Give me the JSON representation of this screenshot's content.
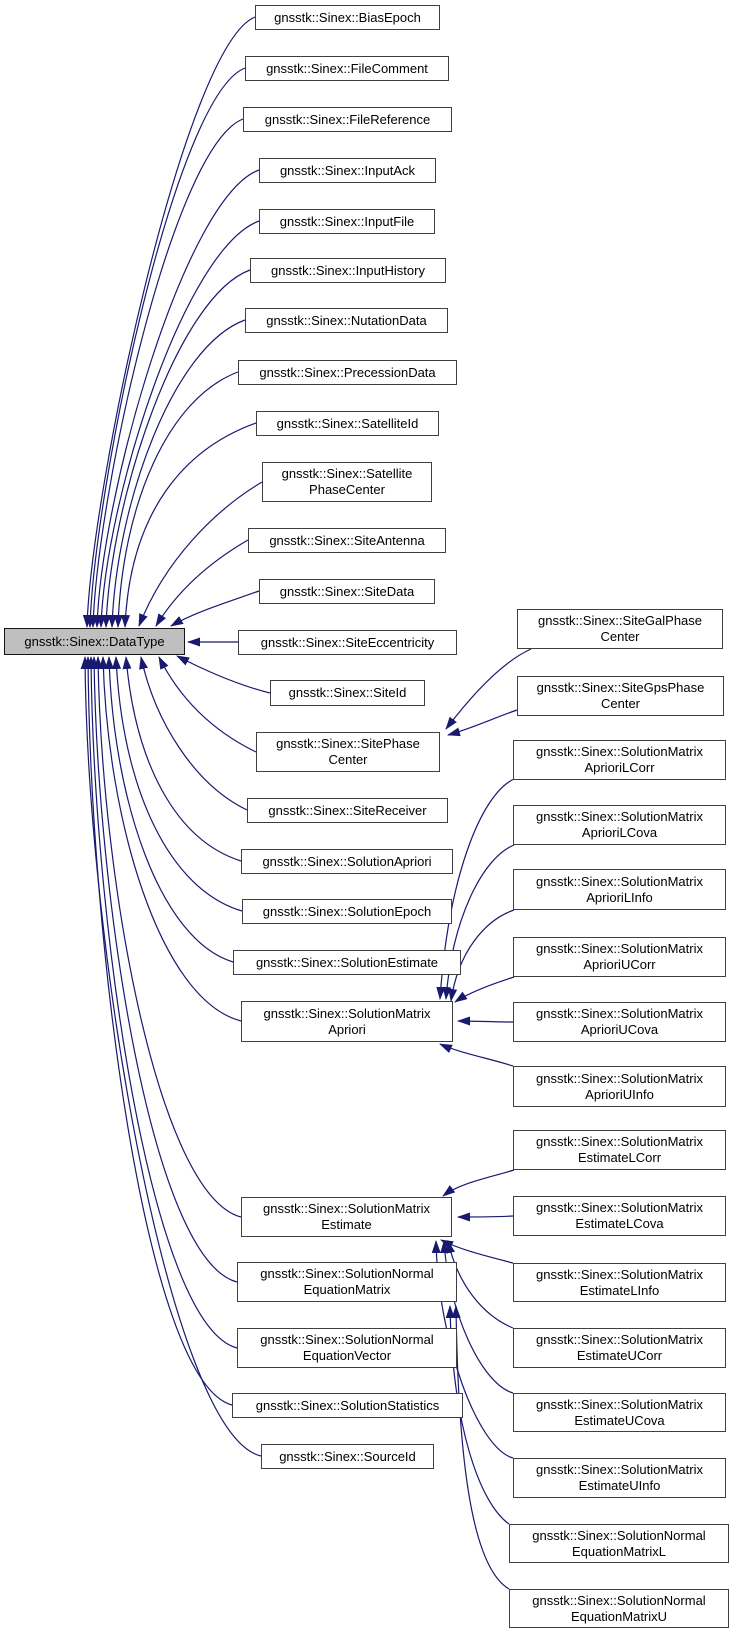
{
  "diagram": {
    "type": "class-inheritance-graph",
    "colors": {
      "edge": "#191970",
      "node_border": "#3f3f3f",
      "base_node_fill": "#bfbfbf",
      "node_fill": "#ffffff",
      "background": "#ffffff",
      "text": "#000000"
    },
    "base_node": {
      "id": "DataType",
      "label": "gnsstk::Sinex::DataType"
    },
    "derived": [
      {
        "id": "BiasEpoch",
        "lines": [
          "gnsstk::Sinex::BiasEpoch"
        ]
      },
      {
        "id": "FileComment",
        "lines": [
          "gnsstk::Sinex::FileComment"
        ]
      },
      {
        "id": "FileReference",
        "lines": [
          "gnsstk::Sinex::FileReference"
        ]
      },
      {
        "id": "InputAck",
        "lines": [
          "gnsstk::Sinex::InputAck"
        ]
      },
      {
        "id": "InputFile",
        "lines": [
          "gnsstk::Sinex::InputFile"
        ]
      },
      {
        "id": "InputHistory",
        "lines": [
          "gnsstk::Sinex::InputHistory"
        ]
      },
      {
        "id": "NutationData",
        "lines": [
          "gnsstk::Sinex::NutationData"
        ]
      },
      {
        "id": "PrecessionData",
        "lines": [
          "gnsstk::Sinex::PrecessionData"
        ]
      },
      {
        "id": "SatelliteId",
        "lines": [
          "gnsstk::Sinex::SatelliteId"
        ]
      },
      {
        "id": "SatellitePhaseCenter",
        "lines": [
          "gnsstk::Sinex::Satellite",
          "PhaseCenter"
        ]
      },
      {
        "id": "SiteAntenna",
        "lines": [
          "gnsstk::Sinex::SiteAntenna"
        ]
      },
      {
        "id": "SiteData",
        "lines": [
          "gnsstk::Sinex::SiteData"
        ]
      },
      {
        "id": "SiteEccentricity",
        "lines": [
          "gnsstk::Sinex::SiteEccentricity"
        ]
      },
      {
        "id": "SiteId",
        "lines": [
          "gnsstk::Sinex::SiteId"
        ]
      },
      {
        "id": "SitePhaseCenter",
        "lines": [
          "gnsstk::Sinex::SitePhase",
          "Center"
        ]
      },
      {
        "id": "SiteReceiver",
        "lines": [
          "gnsstk::Sinex::SiteReceiver"
        ]
      },
      {
        "id": "SolutionApriori",
        "lines": [
          "gnsstk::Sinex::SolutionApriori"
        ]
      },
      {
        "id": "SolutionEpoch",
        "lines": [
          "gnsstk::Sinex::SolutionEpoch"
        ]
      },
      {
        "id": "SolutionEstimate",
        "lines": [
          "gnsstk::Sinex::SolutionEstimate"
        ]
      },
      {
        "id": "SolutionMatrixApriori",
        "lines": [
          "gnsstk::Sinex::SolutionMatrix",
          "Apriori"
        ]
      },
      {
        "id": "SolutionMatrixEstimate",
        "lines": [
          "gnsstk::Sinex::SolutionMatrix",
          "Estimate"
        ]
      },
      {
        "id": "SolutionNormalEquationMatrix",
        "lines": [
          "gnsstk::Sinex::SolutionNormal",
          "EquationMatrix"
        ]
      },
      {
        "id": "SolutionNormalEquationVector",
        "lines": [
          "gnsstk::Sinex::SolutionNormal",
          "EquationVector"
        ]
      },
      {
        "id": "SolutionStatistics",
        "lines": [
          "gnsstk::Sinex::SolutionStatistics"
        ]
      },
      {
        "id": "SourceId",
        "lines": [
          "gnsstk::Sinex::SourceId"
        ]
      }
    ],
    "grand_derived": [
      {
        "id": "SiteGalPhaseCenter",
        "lines": [
          "gnsstk::Sinex::SiteGalPhase",
          "Center"
        ]
      },
      {
        "id": "SiteGpsPhaseCenter",
        "lines": [
          "gnsstk::Sinex::SiteGpsPhase",
          "Center"
        ]
      },
      {
        "id": "SolutionMatrixAprioriLCorr",
        "lines": [
          "gnsstk::Sinex::SolutionMatrix",
          "AprioriLCorr"
        ]
      },
      {
        "id": "SolutionMatrixAprioriLCova",
        "lines": [
          "gnsstk::Sinex::SolutionMatrix",
          "AprioriLCova"
        ]
      },
      {
        "id": "SolutionMatrixAprioriLInfo",
        "lines": [
          "gnsstk::Sinex::SolutionMatrix",
          "AprioriLInfo"
        ]
      },
      {
        "id": "SolutionMatrixAprioriUCorr",
        "lines": [
          "gnsstk::Sinex::SolutionMatrix",
          "AprioriUCorr"
        ]
      },
      {
        "id": "SolutionMatrixAprioriUCova",
        "lines": [
          "gnsstk::Sinex::SolutionMatrix",
          "AprioriUCova"
        ]
      },
      {
        "id": "SolutionMatrixAprioriUInfo",
        "lines": [
          "gnsstk::Sinex::SolutionMatrix",
          "AprioriUInfo"
        ]
      },
      {
        "id": "SolutionMatrixEstimateLCorr",
        "lines": [
          "gnsstk::Sinex::SolutionMatrix",
          "EstimateLCorr"
        ]
      },
      {
        "id": "SolutionMatrixEstimateLCova",
        "lines": [
          "gnsstk::Sinex::SolutionMatrix",
          "EstimateLCova"
        ]
      },
      {
        "id": "SolutionMatrixEstimateLInfo",
        "lines": [
          "gnsstk::Sinex::SolutionMatrix",
          "EstimateLInfo"
        ]
      },
      {
        "id": "SolutionMatrixEstimateUCorr",
        "lines": [
          "gnsstk::Sinex::SolutionMatrix",
          "EstimateUCorr"
        ]
      },
      {
        "id": "SolutionMatrixEstimateUCova",
        "lines": [
          "gnsstk::Sinex::SolutionMatrix",
          "EstimateUCova"
        ]
      },
      {
        "id": "SolutionMatrixEstimateUInfo",
        "lines": [
          "gnsstk::Sinex::SolutionMatrix",
          "EstimateUInfo"
        ]
      },
      {
        "id": "SolutionNormalEquationMatrixL",
        "lines": [
          "gnsstk::Sinex::SolutionNormal",
          "EquationMatrixL"
        ]
      },
      {
        "id": "SolutionNormalEquationMatrixU",
        "lines": [
          "gnsstk::Sinex::SolutionNormal",
          "EquationMatrixU"
        ]
      }
    ],
    "relations": [
      {
        "from": "BiasEpoch",
        "to": "DataType"
      },
      {
        "from": "FileComment",
        "to": "DataType"
      },
      {
        "from": "FileReference",
        "to": "DataType"
      },
      {
        "from": "InputAck",
        "to": "DataType"
      },
      {
        "from": "InputFile",
        "to": "DataType"
      },
      {
        "from": "InputHistory",
        "to": "DataType"
      },
      {
        "from": "NutationData",
        "to": "DataType"
      },
      {
        "from": "PrecessionData",
        "to": "DataType"
      },
      {
        "from": "SatelliteId",
        "to": "DataType"
      },
      {
        "from": "SatellitePhaseCenter",
        "to": "DataType"
      },
      {
        "from": "SiteAntenna",
        "to": "DataType"
      },
      {
        "from": "SiteData",
        "to": "DataType"
      },
      {
        "from": "SiteEccentricity",
        "to": "DataType"
      },
      {
        "from": "SiteId",
        "to": "DataType"
      },
      {
        "from": "SitePhaseCenter",
        "to": "DataType"
      },
      {
        "from": "SiteReceiver",
        "to": "DataType"
      },
      {
        "from": "SolutionApriori",
        "to": "DataType"
      },
      {
        "from": "SolutionEpoch",
        "to": "DataType"
      },
      {
        "from": "SolutionEstimate",
        "to": "DataType"
      },
      {
        "from": "SolutionMatrixApriori",
        "to": "DataType"
      },
      {
        "from": "SolutionMatrixEstimate",
        "to": "DataType"
      },
      {
        "from": "SolutionNormalEquationMatrix",
        "to": "DataType"
      },
      {
        "from": "SolutionNormalEquationVector",
        "to": "DataType"
      },
      {
        "from": "SolutionStatistics",
        "to": "DataType"
      },
      {
        "from": "SourceId",
        "to": "DataType"
      },
      {
        "from": "SiteGalPhaseCenter",
        "to": "SitePhaseCenter"
      },
      {
        "from": "SiteGpsPhaseCenter",
        "to": "SitePhaseCenter"
      },
      {
        "from": "SolutionMatrixAprioriLCorr",
        "to": "SolutionMatrixApriori"
      },
      {
        "from": "SolutionMatrixAprioriLCova",
        "to": "SolutionMatrixApriori"
      },
      {
        "from": "SolutionMatrixAprioriLInfo",
        "to": "SolutionMatrixApriori"
      },
      {
        "from": "SolutionMatrixAprioriUCorr",
        "to": "SolutionMatrixApriori"
      },
      {
        "from": "SolutionMatrixAprioriUCova",
        "to": "SolutionMatrixApriori"
      },
      {
        "from": "SolutionMatrixAprioriUInfo",
        "to": "SolutionMatrixApriori"
      },
      {
        "from": "SolutionMatrixEstimateLCorr",
        "to": "SolutionMatrixEstimate"
      },
      {
        "from": "SolutionMatrixEstimateLCova",
        "to": "SolutionMatrixEstimate"
      },
      {
        "from": "SolutionMatrixEstimateLInfo",
        "to": "SolutionMatrixEstimate"
      },
      {
        "from": "SolutionMatrixEstimateUCorr",
        "to": "SolutionMatrixEstimate"
      },
      {
        "from": "SolutionMatrixEstimateUCova",
        "to": "SolutionMatrixEstimate"
      },
      {
        "from": "SolutionMatrixEstimateUInfo",
        "to": "SolutionMatrixEstimate"
      },
      {
        "from": "SolutionNormalEquationMatrixL",
        "to": "SolutionNormalEquationMatrix"
      },
      {
        "from": "SolutionNormalEquationMatrixU",
        "to": "SolutionNormalEquationMatrix"
      }
    ]
  }
}
